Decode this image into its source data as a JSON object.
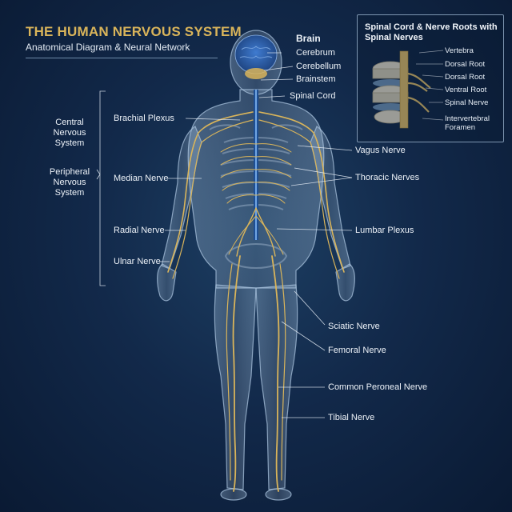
{
  "header": {
    "title": "THE HUMAN NERVOUS SYSTEM",
    "subtitle": "Anatomical Diagram & Neural Network"
  },
  "brain": {
    "heading": "Brain",
    "parts": [
      "Cerebrum",
      "Cerebellum",
      "Brainstem"
    ]
  },
  "spinal_cord_label": "Spinal Cord",
  "groups": {
    "central": "Central Nervous System",
    "peripheral": "Peripheral Nervous System"
  },
  "left_labels": [
    "Brachial Plexus",
    "Median Nerve",
    "Radial Nerve",
    "Ulnar Nerve"
  ],
  "right_labels": [
    "Vagus Nerve",
    "Thoracic Nerves",
    "Lumbar Plexus",
    "Sciatic Nerve",
    "Femoral Nerve",
    "Common Peroneal Nerve",
    "Tibial Nerve"
  ],
  "inset": {
    "title": "Spinal Cord & Nerve Roots with Spinal Nerves",
    "labels": [
      "Vertebra",
      "Dorsal Root",
      "Dorsal Root",
      "Ventral Root",
      "Spinal Nerve",
      "Intervertebral Foramen"
    ]
  },
  "colors": {
    "background": "#12294a",
    "nerve": "#d9b45a",
    "brain": "#2c5fa8",
    "body_outline": "#a9c3dd"
  }
}
